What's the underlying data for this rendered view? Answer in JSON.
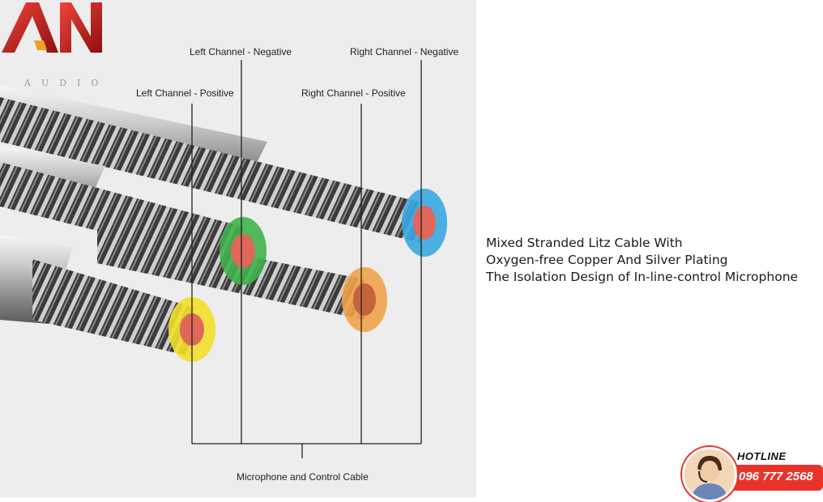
{
  "logo": {
    "letters": "AN",
    "subtitle": "AUDIO"
  },
  "labels": {
    "left_negative": "Left Channel - Negative",
    "right_negative": "Right Channel - Negative",
    "left_positive": "Left Channel - Positive",
    "right_positive": "Right Channel - Positive",
    "mic": "Microphone and Control Cable"
  },
  "description": {
    "line1": "Mixed Stranded Litz Cable With",
    "line2": "Oxygen-free Copper And Silver Plating",
    "line3": "The Isolation Design of In-line-control Microphone"
  },
  "hotline": {
    "title": "HOTLINE",
    "number": "096 777 2568"
  },
  "colors": {
    "yellow_core": "#f2df2a",
    "green_core": "#3fb34b",
    "orange_core": "#f0a24a",
    "blue_core": "#3aa7e0",
    "copper": "#e0675a",
    "brand_red": "#e8332b"
  }
}
